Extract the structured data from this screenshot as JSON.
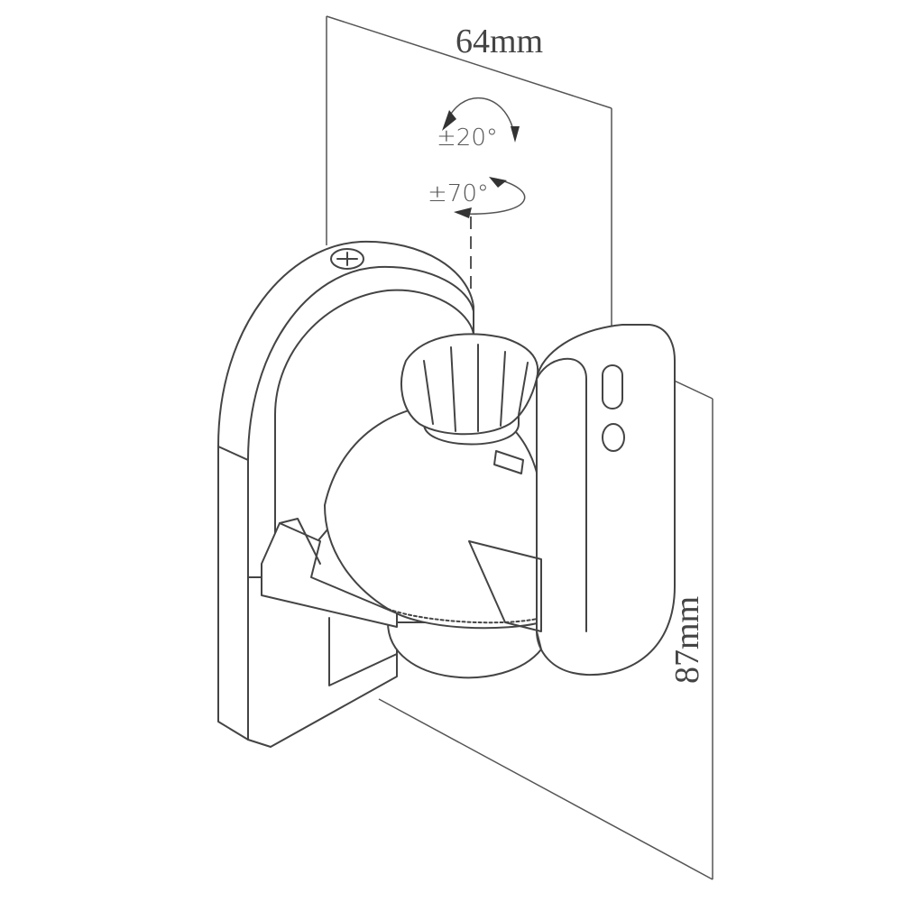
{
  "dimensions": {
    "width_label": "64mm",
    "height_label": "87mm"
  },
  "rotation": {
    "tilt_label": "±20°",
    "swivel_label": "±70°"
  }
}
